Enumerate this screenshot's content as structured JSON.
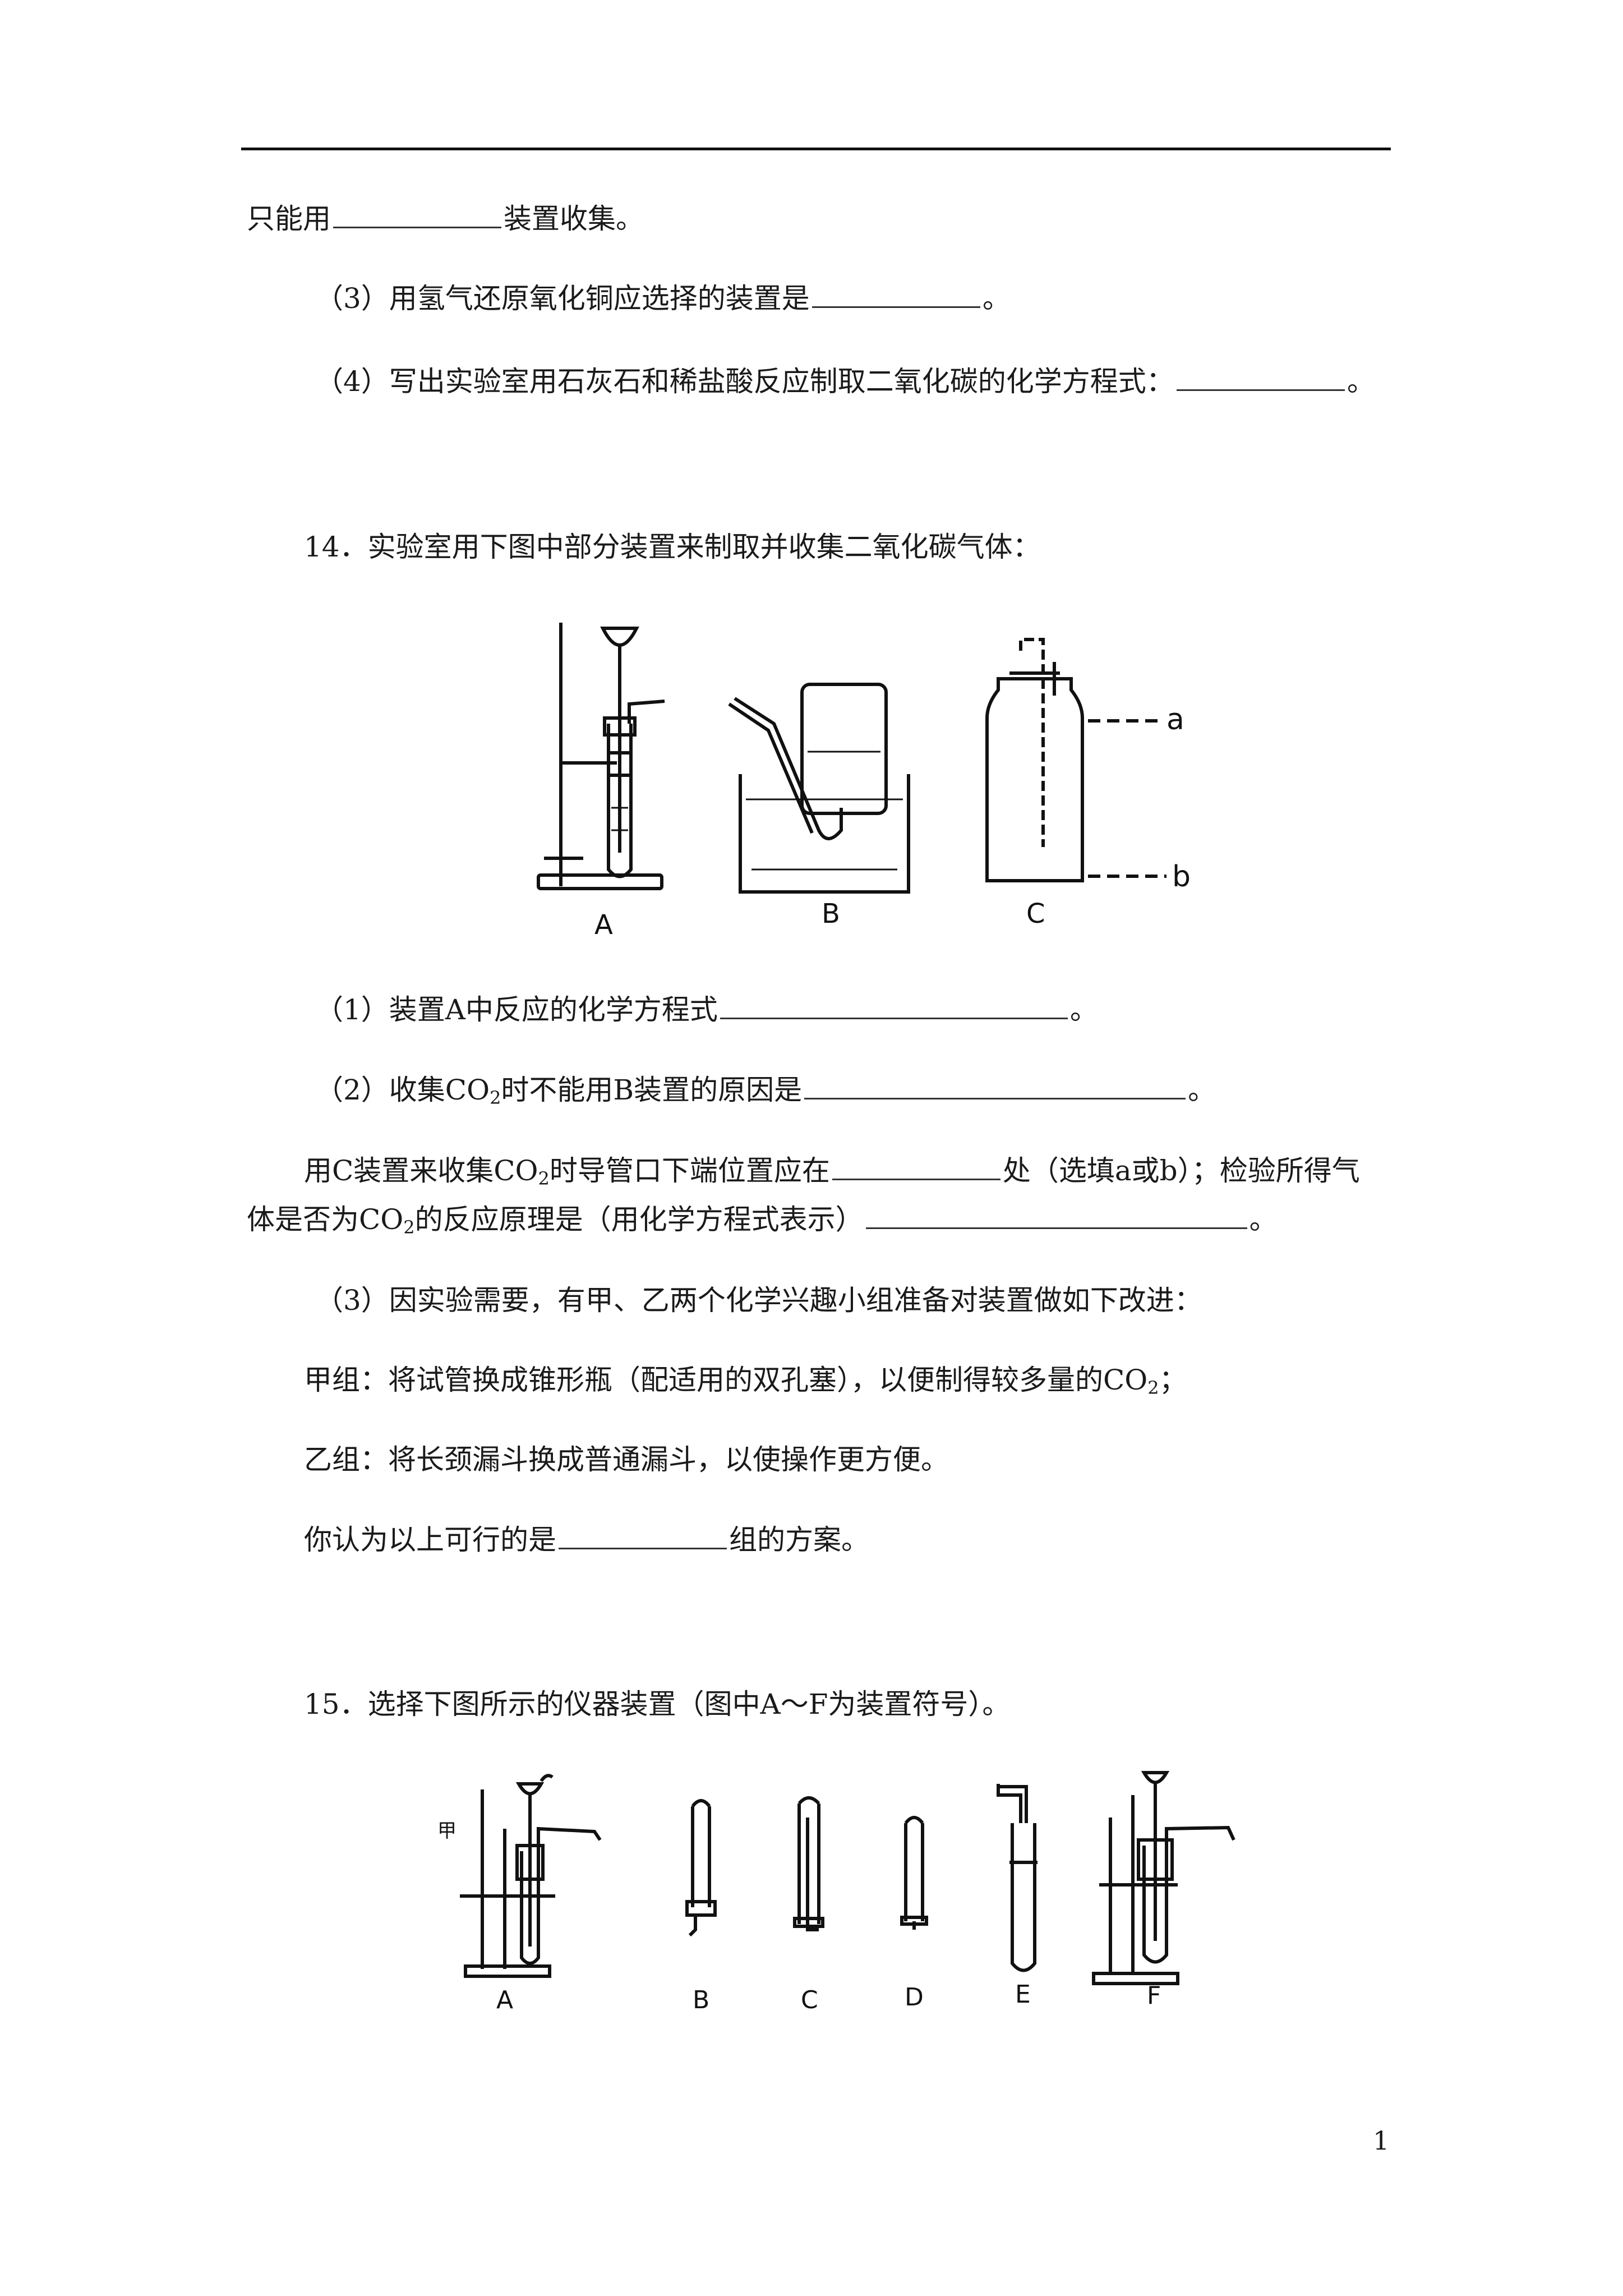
{
  "lines": {
    "l1": {
      "before": "只能用",
      "after": "装置收集。"
    },
    "l2": {
      "before": "（3）用氢气还原氧化铜应选择的装置是",
      "after": "。"
    },
    "l3": {
      "before": "（4）写出实验室用石灰石和稀盐酸反应制取二氧化碳的化学方程式：",
      "after": "。"
    },
    "q14": "14．实验室用下图中部分装置来制取并收集二氧化碳气体：",
    "q14_1": {
      "before": "（1）装置A中反应的化学方程式",
      "after": "。"
    },
    "q14_2": {
      "before": "（2）收集CO",
      "sub": "2",
      "mid": "时不能用B装置的原因是",
      "after": "。"
    },
    "q14_c1": {
      "before": "用C装置来收集CO",
      "sub": "2",
      "mid": "时导管口下端位置应在",
      "after": "处（选填a或b）；检验所得气"
    },
    "q14_c2": {
      "before": "体是否为CO",
      "sub": "2",
      "mid": "的反应原理是（用化学方程式表示）",
      "after": "。"
    },
    "q14_3": "（3）因实验需要，有甲、乙两个化学兴趣小组准备对装置做如下改进：",
    "q14_jia": {
      "before": "甲组：将试管换成锥形瓶（配适用的双孔塞），以便制得较多量的CO",
      "sub": "2",
      "after": "；"
    },
    "q14_yi": "乙组：将长颈漏斗换成普通漏斗，以使操作更方便。",
    "q14_ask": {
      "before": "你认为以上可行的是",
      "after": "组的方案。"
    },
    "q15": "15．选择下图所示的仪器装置（图中A～F为装置符号）。"
  },
  "figure1": {
    "labels": [
      "A",
      "B",
      "C"
    ],
    "markers": [
      "a",
      "b"
    ]
  },
  "figure2": {
    "labels": [
      "A",
      "B",
      "C",
      "D",
      "E",
      "F"
    ],
    "jia": "甲"
  },
  "page_number": "1"
}
